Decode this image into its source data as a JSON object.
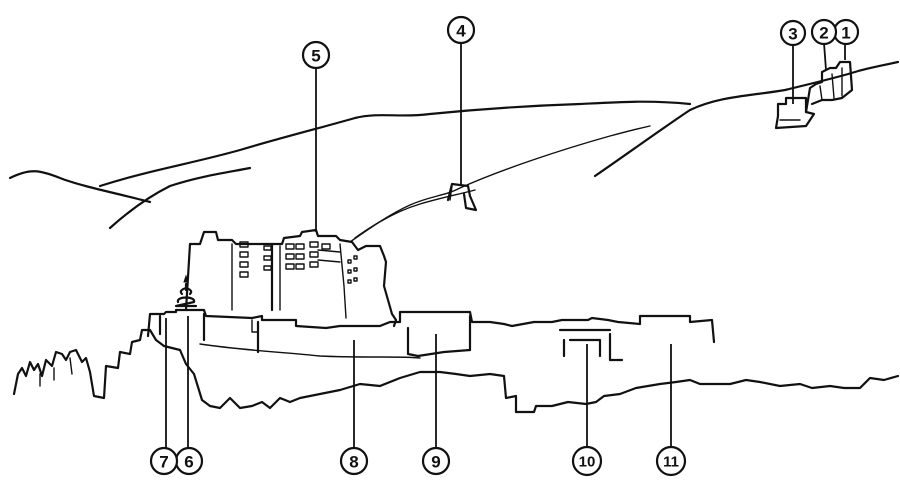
{
  "callouts": [
    "1",
    "2",
    "3",
    "4",
    "5",
    "6",
    "7",
    "8",
    "9",
    "10",
    "11"
  ],
  "colors": {
    "ink": "#111111",
    "background": "#ffffff"
  }
}
